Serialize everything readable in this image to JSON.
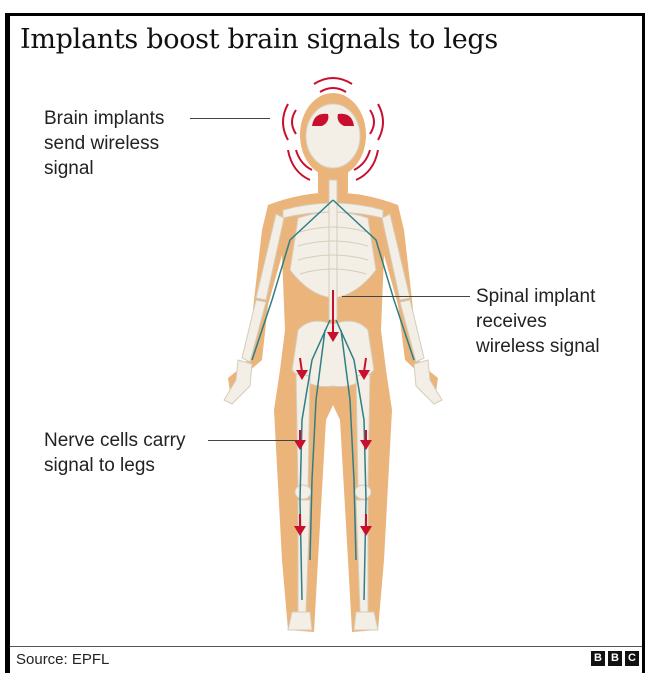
{
  "title": "Implants boost brain signals to legs",
  "labels": {
    "brain": [
      "Brain implants",
      "send wireless",
      "signal"
    ],
    "spinal": [
      "Spinal implant",
      "receives",
      "wireless signal"
    ],
    "nerve": [
      "Nerve cells carry",
      "signal to legs"
    ]
  },
  "source": "Source: EPFL",
  "logo": [
    "B",
    "B",
    "C"
  ],
  "colors": {
    "skin": "#eab47a",
    "bone": "#f3efe6",
    "nerve": "#2f7f86",
    "signal": "#c8102e",
    "text": "#222222"
  }
}
